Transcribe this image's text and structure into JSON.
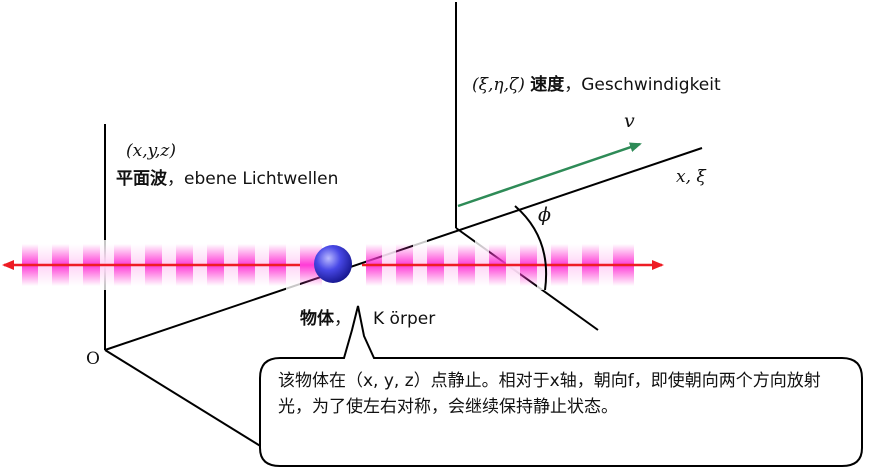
{
  "labels": {
    "origin": "O",
    "frame1_coords": "(x,y,z)",
    "frame1_title_cn": "平面波",
    "frame1_sep": "，",
    "frame1_title_de": "ebene Lichtwellen",
    "frame2_coords": "(ξ,η,ζ)",
    "frame2_title_cn": "速度",
    "frame2_sep": "，",
    "frame2_title_de": "Geschwindigkeit",
    "velocity_symbol": "v",
    "axis_label": "x, ξ",
    "angle_symbol": "ϕ",
    "object_cn": "物体",
    "object_sep": "，",
    "object_de": "K örper"
  },
  "callout": {
    "text": "该物体在（x, y, z）点静止。相对于x轴，朝向f，即使朝向两个方向放射光，为了使左右对称，会继续保持静止状态。"
  },
  "colors": {
    "wave": "#ff3bd6",
    "ray": "#ee1c24",
    "velocity_arrow": "#2e8b57",
    "sphere": "#3a3ad8",
    "axes": "#000000"
  }
}
